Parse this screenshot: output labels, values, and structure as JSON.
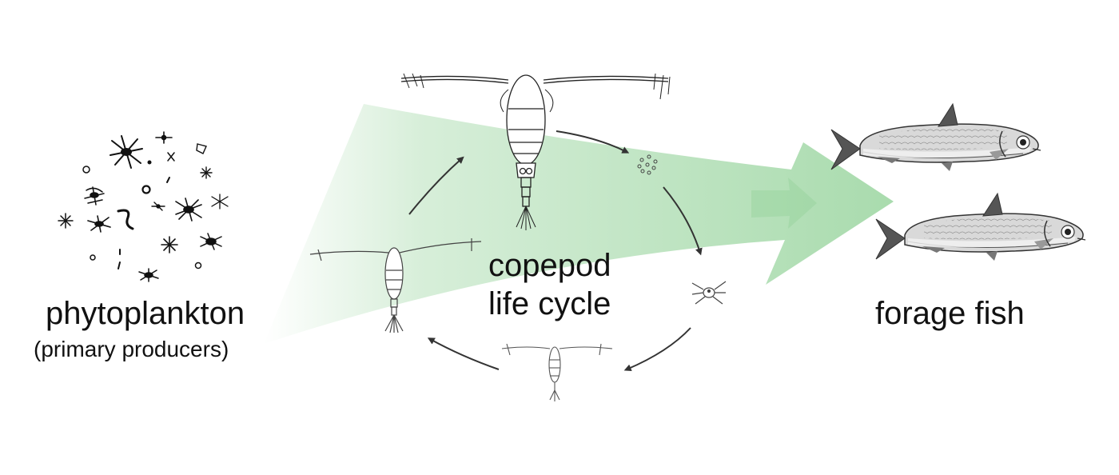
{
  "labels": {
    "phytoplankton": "phytoplankton",
    "phytoplankton_sub": "(primary producers)",
    "copepod_line1": "copepod",
    "copepod_line2": "life cycle",
    "forage_fish": "forage fish"
  },
  "colors": {
    "flow_arrow": "#8ccf92",
    "cycle_arrow": "#333333",
    "ink": "#111111",
    "fish_body": "#d9d9d9",
    "fish_belly": "#f2f2f2"
  },
  "icons": [
    "phytoplankton-cluster",
    "copepod-adult",
    "egg-cluster",
    "nauplius-larva",
    "copepodite-stage",
    "juvenile-copepod",
    "forage-fish"
  ]
}
